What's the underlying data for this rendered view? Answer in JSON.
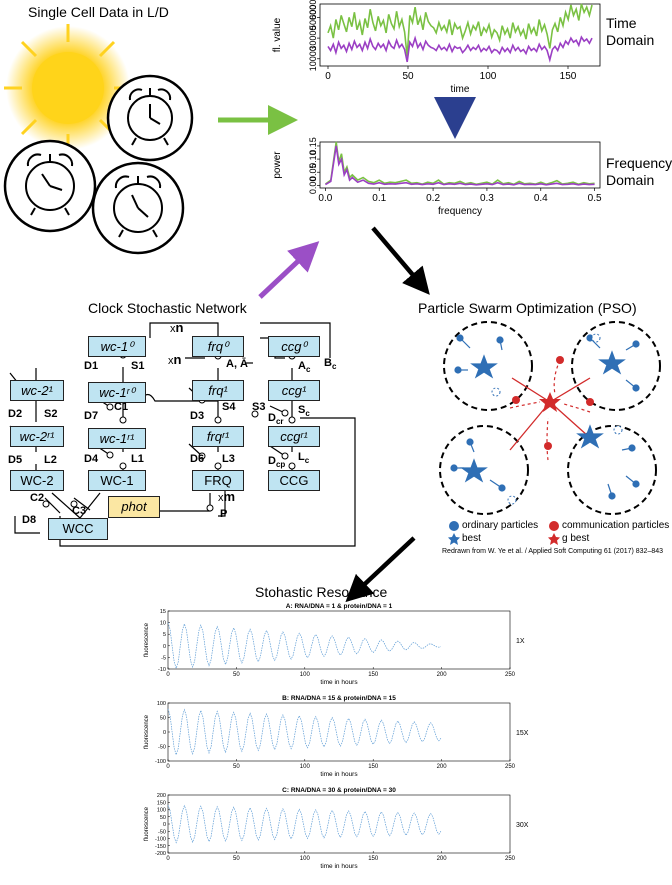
{
  "top": {
    "single_cell_title": "Single Cell Data in L/D",
    "time_domain_label": "Time\nDomain",
    "freq_domain_label": "Frequency\nDomain"
  },
  "network": {
    "title": "Clock Stochastic Network",
    "genes": {
      "wc1_0": "wc-1⁰",
      "wc1_r0": "wc-1ʳ⁰",
      "wc1_r1": "wc-1ʳ¹",
      "WC1": "WC-1",
      "wc2_1": "wc-2¹",
      "wc2_r1": "wc-2ʳ¹",
      "WC2": "WC-2",
      "frq0": "frq⁰",
      "frq1": "frq¹",
      "frq_r1": "frqʳ¹",
      "FRQ": "FRQ",
      "ccg0": "ccg⁰",
      "ccg1": "ccg¹",
      "ccg_r1": "ccgʳ¹",
      "CCG": "CCG",
      "phot": "phot",
      "WCC": "WCC"
    },
    "labels": {
      "D1": "D1",
      "S1": "S1",
      "D7": "D7",
      "C1": "C1",
      "D4": "D4",
      "L1": "L1",
      "D2": "D2",
      "S2": "S2",
      "D5": "D5",
      "L2": "L2",
      "C2": "C2",
      "C3": "C3",
      "D8": "D8",
      "xn1": "x",
      "n1": "n",
      "xn2": "x",
      "n2": "n",
      "AA": "A, Ā",
      "D3": "D3",
      "S4": "S4",
      "S3": "S3",
      "D6": "D6",
      "L3": "L3",
      "xm": "x",
      "m": "m",
      "P": "P",
      "Ac": "A",
      "Ac_sub": "c",
      "Bc": "B",
      "Bc_sub": "c",
      "Sc": "S",
      "Sc_sub": "c",
      "Dcr": "D",
      "Dcr_sub": "cr",
      "Dcp": "D",
      "Dcp_sub": "cp",
      "Lc": "L",
      "Lc_sub": "c"
    }
  },
  "pso": {
    "title": "Particle Swarm Optimization (PSO)",
    "legend": {
      "ordinary": "ordinary particles",
      "communication": "communication particles",
      "best": "best",
      "gbest": "g best"
    },
    "credit": "Redrawn from W. Ye et al. / Applied Soft Computing 61 (2017) 832–843",
    "colors": {
      "blue": "#2f6fb5",
      "red": "#d22b2b"
    }
  },
  "resonance": {
    "title": "Stohastic Resonance"
  },
  "arrows": {
    "green": "#7ac143",
    "purple": "#9b4fc6",
    "navy": "#2b3f8f",
    "black": "#000000"
  },
  "chart_data": [
    {
      "type": "line",
      "title": "",
      "xlabel": "time",
      "ylabel": "fl. value",
      "xlim": [
        -5,
        170
      ],
      "ylim": [
        3000,
        63000
      ],
      "xticks": [
        0,
        50,
        100,
        150
      ],
      "yticks": [
        10000,
        30000,
        50000
      ],
      "ytick_labels": [
        "10000",
        "30000",
        "50000"
      ],
      "extra_ytick_label": "60000",
      "series": [
        {
          "color": "#7ac143",
          "values": [
            35000,
            42000,
            30000,
            48000,
            38000,
            52000,
            44000,
            36000,
            50000,
            41000,
            55000,
            38000,
            46000,
            33000,
            49000,
            40000,
            58000,
            45000,
            37000,
            51000,
            42000,
            47000,
            35000,
            53000,
            44000,
            39000,
            56000,
            41000,
            48000,
            36000,
            12000,
            52000,
            45000,
            60000,
            43000,
            50000,
            38000,
            55000,
            46000,
            42000,
            40000,
            35000,
            45000,
            38000,
            42000,
            36000,
            48000,
            33000,
            44000,
            39000,
            41000,
            30000,
            37000,
            45000,
            34000,
            42000,
            38000,
            46000,
            32000,
            40000,
            36000,
            43000,
            31000,
            38000,
            35000,
            28000,
            42000,
            34000,
            39000,
            30000,
            45000,
            36000,
            41000,
            33000,
            38000,
            29000,
            44000,
            35000,
            40000,
            32000,
            48000,
            37000,
            43000,
            34000,
            20000,
            38000,
            44000,
            36000,
            50000,
            42000,
            55000,
            48000,
            62000,
            52000,
            58000,
            47000,
            63000,
            55000,
            60000,
            52000,
            62000
          ]
        },
        {
          "color": "#9b3fc4",
          "values": [
            22000,
            18000,
            24000,
            16000,
            26000,
            20000,
            23000,
            17000,
            25000,
            19000,
            27000,
            21000,
            24000,
            18000,
            26000,
            20000,
            29000,
            22000,
            19000,
            25000,
            21000,
            24000,
            18000,
            27000,
            22000,
            20000,
            28000,
            21000,
            24000,
            19000,
            7000,
            26000,
            22000,
            30000,
            21000,
            25000,
            19000,
            27000,
            23000,
            21000,
            20000,
            18000,
            23000,
            19000,
            21000,
            18000,
            24000,
            17000,
            22000,
            20000,
            21000,
            16000,
            19000,
            23000,
            18000,
            21000,
            19000,
            23000,
            17000,
            20000,
            18000,
            22000,
            16000,
            19000,
            18000,
            15000,
            21000,
            17000,
            20000,
            16000,
            23000,
            18000,
            21000,
            17000,
            19000,
            15000,
            22000,
            18000,
            20000,
            17000,
            24000,
            19000,
            22000,
            18000,
            9000,
            19000,
            22000,
            18000,
            25000,
            21000,
            27000,
            24000,
            30000,
            26000,
            28000,
            23000,
            31000,
            27000,
            29000,
            25000,
            30000
          ]
        }
      ]
    },
    {
      "type": "line",
      "title": "",
      "xlabel": "frequency",
      "ylabel": "power",
      "xlim": [
        -0.01,
        0.51
      ],
      "ylim": [
        -0.01,
        0.165
      ],
      "xticks": [
        0.0,
        0.1,
        0.2,
        0.3,
        0.4,
        0.5
      ],
      "yticks": [
        0.0,
        0.05,
        0.1,
        0.15
      ],
      "ytick_labels": [
        "0.00",
        "0.05",
        "0.10",
        "0.15"
      ],
      "series": [
        {
          "color": "#7ac143",
          "x": [
            0,
            0.01,
            0.02,
            0.025,
            0.03,
            0.035,
            0.04,
            0.045,
            0.05,
            0.06,
            0.07,
            0.08,
            0.09,
            0.1,
            0.11,
            0.12,
            0.13,
            0.14,
            0.15,
            0.16,
            0.17,
            0.18,
            0.19,
            0.2,
            0.21,
            0.22,
            0.23,
            0.24,
            0.25,
            0.26,
            0.27,
            0.28,
            0.29,
            0.3,
            0.31,
            0.32,
            0.33,
            0.34,
            0.35,
            0.36,
            0.37,
            0.38,
            0.39,
            0.4,
            0.41,
            0.42,
            0.43,
            0.44,
            0.45,
            0.46,
            0.47,
            0.48,
            0.49,
            0.5
          ],
          "values": [
            0.005,
            0.02,
            0.165,
            0.09,
            0.12,
            0.05,
            0.07,
            0.03,
            0.04,
            0.02,
            0.03,
            0.015,
            0.01,
            0.02,
            0.008,
            0.012,
            0.01,
            0.015,
            0.02,
            0.008,
            0.01,
            0.005,
            0.012,
            0.008,
            0.02,
            0.005,
            0.01,
            0.008,
            0.015,
            0.006,
            0.01,
            0.004,
            0.008,
            0.012,
            0.005,
            0.02,
            0.006,
            0.01,
            0.004,
            0.015,
            0.006,
            0.008,
            0.005,
            0.012,
            0.004,
            0.01,
            0.018,
            0.005,
            0.008,
            0.012,
            0.004,
            0.01,
            0.006,
            0.008
          ]
        },
        {
          "color": "#9b3fc4",
          "x": [
            0,
            0.01,
            0.02,
            0.025,
            0.03,
            0.035,
            0.04,
            0.045,
            0.05,
            0.06,
            0.07,
            0.08,
            0.09,
            0.1,
            0.11,
            0.12,
            0.13,
            0.14,
            0.15,
            0.16,
            0.17,
            0.18,
            0.19,
            0.2,
            0.21,
            0.22,
            0.23,
            0.24,
            0.25,
            0.26,
            0.27,
            0.28,
            0.29,
            0.3,
            0.31,
            0.32,
            0.33,
            0.34,
            0.35,
            0.36,
            0.37,
            0.38,
            0.39,
            0.4,
            0.41,
            0.42,
            0.43,
            0.44,
            0.45,
            0.46,
            0.47,
            0.48,
            0.49,
            0.5
          ],
          "values": [
            0.003,
            0.015,
            0.15,
            0.08,
            0.1,
            0.04,
            0.06,
            0.02,
            0.03,
            0.012,
            0.02,
            0.008,
            0.005,
            0.01,
            0.004,
            0.006,
            0.005,
            0.008,
            0.01,
            0.004,
            0.006,
            0.003,
            0.006,
            0.004,
            0.01,
            0.003,
            0.006,
            0.004,
            0.008,
            0.003,
            0.005,
            0.002,
            0.004,
            0.006,
            0.003,
            0.01,
            0.003,
            0.005,
            0.002,
            0.008,
            0.003,
            0.004,
            0.003,
            0.006,
            0.002,
            0.005,
            0.008,
            0.003,
            0.004,
            0.006,
            0.002,
            0.005,
            0.003,
            0.004
          ]
        }
      ]
    },
    {
      "type": "line",
      "title": "A:  RNA/DNA = 1 & protein/DNA = 1",
      "side_label": "1X",
      "xlabel": "time in hours",
      "ylabel": "fluorescence",
      "xlim": [
        0,
        250
      ],
      "ylim": [
        -10,
        15
      ],
      "xticks": [
        0,
        50,
        100,
        150,
        200,
        250
      ],
      "yticks": [
        -10,
        -5,
        0,
        5,
        10,
        15
      ],
      "amp_start": 10,
      "amp_end": 0.5,
      "period": 12,
      "t_end": 200,
      "color": "#5b9bd5"
    },
    {
      "type": "line",
      "title": "B:  RNA/DNA = 15 & protein/DNA = 15",
      "side_label": "15X",
      "xlabel": "time in hours",
      "ylabel": "fluorescence",
      "xlim": [
        0,
        250
      ],
      "ylim": [
        -100,
        100
      ],
      "xticks": [
        0,
        50,
        100,
        150,
        200,
        250
      ],
      "yticks": [
        -100,
        -50,
        0,
        50,
        100
      ],
      "amp_start": 80,
      "amp_end": 30,
      "period": 12,
      "t_end": 200,
      "color": "#5b9bd5"
    },
    {
      "type": "line",
      "title": "C:  RNA/DNA = 30 & protein/DNA = 30",
      "side_label": "30X",
      "xlabel": "time in hours",
      "ylabel": "fluorescence",
      "xlim": [
        0,
        250
      ],
      "ylim": [
        -200,
        200
      ],
      "xticks": [
        0,
        50,
        100,
        150,
        200,
        250
      ],
      "yticks": [
        -200,
        -150,
        -100,
        -50,
        0,
        50,
        100,
        150,
        200
      ],
      "amp_start": 130,
      "amp_end": 70,
      "period": 12,
      "t_end": 200,
      "color": "#5b9bd5"
    }
  ]
}
